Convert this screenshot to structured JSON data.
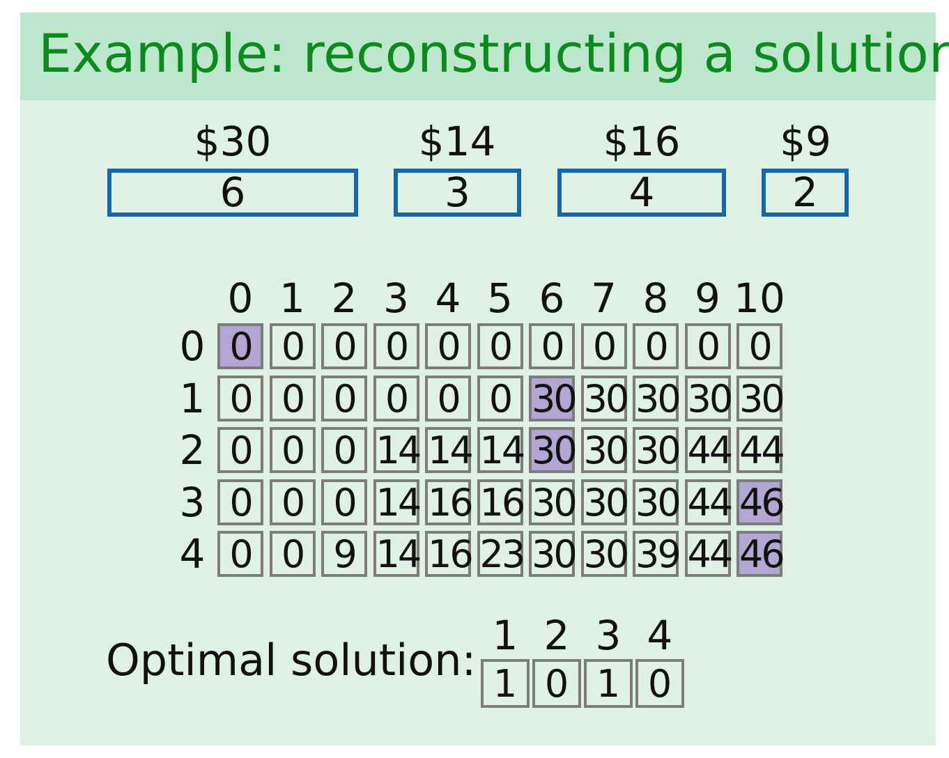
{
  "title": "Example: reconstructing a solution",
  "items": [
    {
      "price": "$30",
      "weight": "6"
    },
    {
      "price": "$14",
      "weight": "3"
    },
    {
      "price": "$16",
      "weight": "4"
    },
    {
      "price": "$9",
      "weight": "2"
    }
  ],
  "table": {
    "col_labels": [
      "0",
      "1",
      "2",
      "3",
      "4",
      "5",
      "6",
      "7",
      "8",
      "9",
      "10"
    ],
    "row_labels": [
      "0",
      "1",
      "2",
      "3",
      "4"
    ],
    "rows": [
      [
        "0",
        "0",
        "0",
        "0",
        "0",
        "0",
        "0",
        "0",
        "0",
        "0",
        "0"
      ],
      [
        "0",
        "0",
        "0",
        "0",
        "0",
        "0",
        "30",
        "30",
        "30",
        "30",
        "30"
      ],
      [
        "0",
        "0",
        "0",
        "14",
        "14",
        "14",
        "30",
        "30",
        "30",
        "44",
        "44"
      ],
      [
        "0",
        "0",
        "0",
        "14",
        "16",
        "16",
        "30",
        "30",
        "30",
        "44",
        "46"
      ],
      [
        "0",
        "0",
        "9",
        "14",
        "16",
        "23",
        "30",
        "30",
        "39",
        "44",
        "46"
      ]
    ],
    "highlighted": [
      [
        0,
        0
      ],
      [
        1,
        6
      ],
      [
        2,
        6
      ],
      [
        3,
        10
      ],
      [
        4,
        10
      ]
    ],
    "highlight_color": "#b2a7d2"
  },
  "solution": {
    "label": "Optimal solution:",
    "item_labels": [
      "1",
      "2",
      "3",
      "4"
    ],
    "values": [
      "1",
      "0",
      "1",
      "0"
    ]
  },
  "colors": {
    "title": "#0d8a1d",
    "title_bar": "#bce7cd",
    "background": "#dff1e5",
    "item_border": "#1666a8",
    "cell_border": "#7c7c7c"
  }
}
